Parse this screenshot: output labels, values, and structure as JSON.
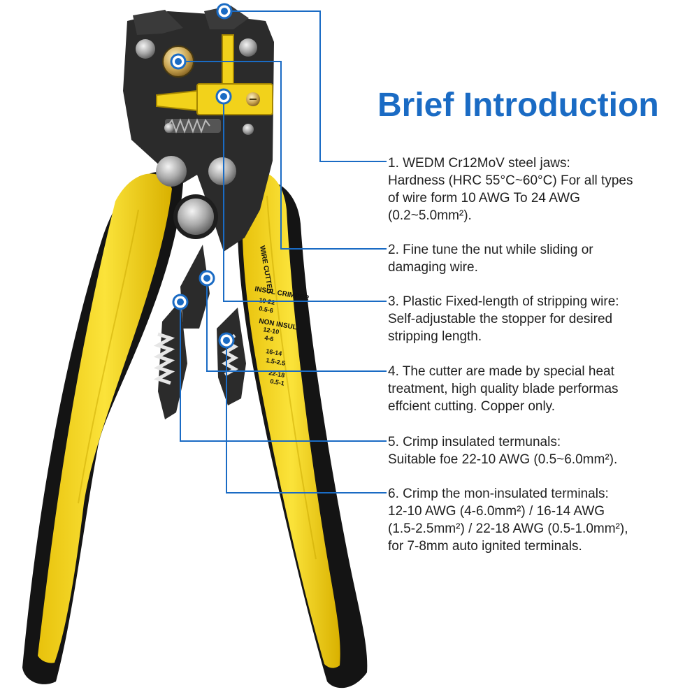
{
  "title": "Brief Introduction",
  "tool_labels": {
    "wire_cutter": "WIRE CUTTER",
    "insul_crimper": "INSUL CRIMPER",
    "insul_range1": "10-22",
    "insul_range2": "0.5-6",
    "noninsul": "NON INSUL",
    "noninsul_awg1": "12-10",
    "noninsul_mm1": "4-6",
    "noninsul_awg2": "16-14",
    "noninsul_mm2": "1.5-2.5",
    "noninsul_awg3": "22-18",
    "noninsul_mm3": "0.5-1"
  },
  "callouts": [
    {
      "lines": [
        "1. WEDM Cr12MoV steel jaws:",
        "Hardness (HRC 55°C~60°C) For all types",
        "of wire form 10 AWG To 24 AWG",
        "(0.2~5.0mm²)."
      ]
    },
    {
      "lines": [
        "2. Fine tune the nut while sliding or",
        "damaging wire."
      ]
    },
    {
      "lines": [
        "3. Plastic Fixed-length of stripping wire:",
        "Self-adjustable the stopper for desired",
        "stripping length."
      ]
    },
    {
      "lines": [
        "4. The cutter are made by special heat",
        "treatment, high quality blade performas",
        "effcient cutting. Copper only."
      ]
    },
    {
      "lines": [
        "5. Crimp insulated termunals:",
        "Suitable foe 22-10 AWG (0.5~6.0mm²)."
      ]
    },
    {
      "lines": [
        "6. Crimp the mon-insulated terminals:",
        "12-10 AWG (4-6.0mm²) / 16-14 AWG",
        "(1.5-2.5mm²) / 22-18 AWG (0.5-1.0mm²),",
        "for 7-8mm auto ignited terminals."
      ]
    }
  ],
  "colors": {
    "accent_blue": "#1a6bc4",
    "handle_yellow": "#f2d21b",
    "handle_black": "#141414",
    "steel_body": "#2b2b2b"
  }
}
